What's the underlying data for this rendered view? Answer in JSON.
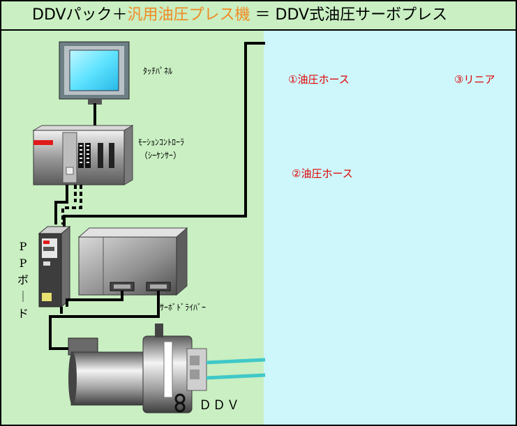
{
  "title": {
    "part1": "DDVパック＋",
    "part2": "汎用油圧プレス機",
    "part3": " ＝ DDV式油圧サーボプレス",
    "highlight_color": "#f08a24"
  },
  "labels": {
    "touch_panel": "ﾀｯﾁﾊﾟﾈﾙ",
    "motion_controller": "ﾓｰｼｮﾝｺﾝﾄﾛｰﾗ",
    "sequencer": "（ｼｰｹﾝｻｰ）",
    "servo_driver": "ｻｰﾎﾞﾄﾞﾗｲﾊﾞｰ",
    "pp_board": [
      "P",
      "P",
      "ボ",
      "｜",
      "ド"
    ],
    "ddv": "ＤＤＶ"
  },
  "annotations": {
    "hose1": "①油圧ホース",
    "hose2": "②油圧ホース",
    "linear": "③リニア",
    "color": "#e00000"
  },
  "colors": {
    "left_bg": "#c9efc2",
    "right_bg": "#cdf7fb",
    "hose": "#40c8c8",
    "screen": "#66e8ff"
  }
}
